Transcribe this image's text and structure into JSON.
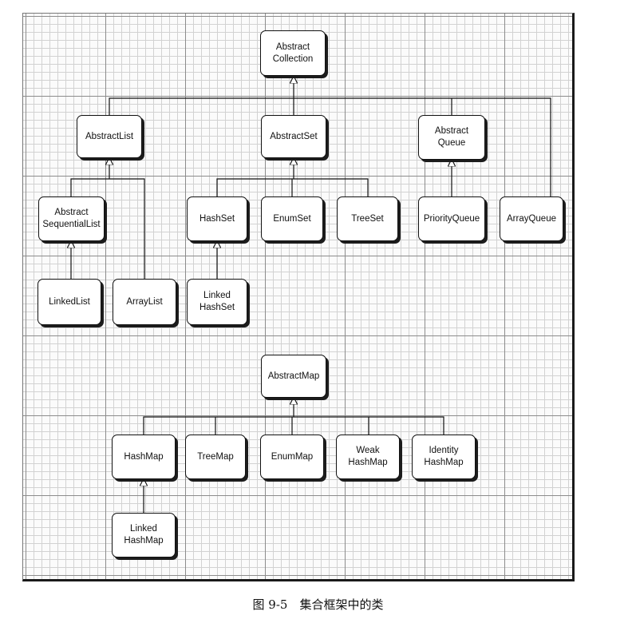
{
  "nodes": {
    "abstract_collection": "Abstract\nCollection",
    "abstract_list": "AbstractList",
    "abstract_set": "AbstractSet",
    "abstract_queue": "Abstract\nQueue",
    "abstract_sequential_list": "Abstract\nSequentialList",
    "hash_set": "HashSet",
    "enum_set": "EnumSet",
    "tree_set": "TreeSet",
    "priority_queue": "PriorityQueue",
    "array_queue": "ArrayQueue",
    "linked_list": "LinkedList",
    "array_list": "ArrayList",
    "linked_hash_set": "Linked\nHashSet",
    "abstract_map": "AbstractMap",
    "hash_map": "HashMap",
    "tree_map": "TreeMap",
    "enum_map": "EnumMap",
    "weak_hash_map": "Weak\nHashMap",
    "identity_hash_map": "Identity\nHashMap",
    "linked_hash_map": "Linked\nHashMap"
  },
  "caption": "图 9-5　集合框架中的类"
}
